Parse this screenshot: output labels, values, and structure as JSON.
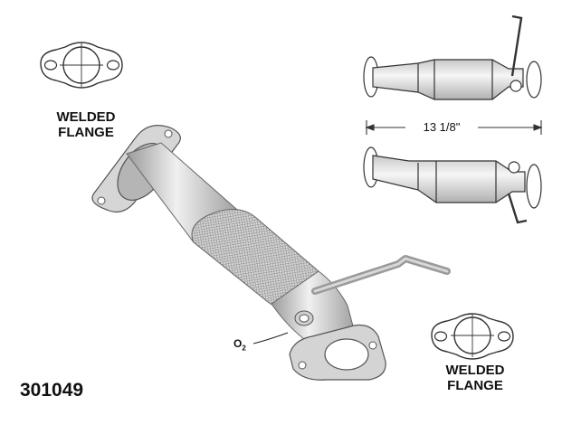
{
  "part_number": "301049",
  "flange_label_top": [
    "WELDED",
    "FLANGE"
  ],
  "flange_label_bottom": [
    "WELDED",
    "FLANGE"
  ],
  "dimension": "13 1/8\"",
  "sensor_label": "O",
  "sensor_label_sub": "2",
  "colors": {
    "line": "#333333",
    "metal_light": "#e8e8e8",
    "metal_mid": "#c4c4c4",
    "metal_dark": "#8a8a8a"
  }
}
